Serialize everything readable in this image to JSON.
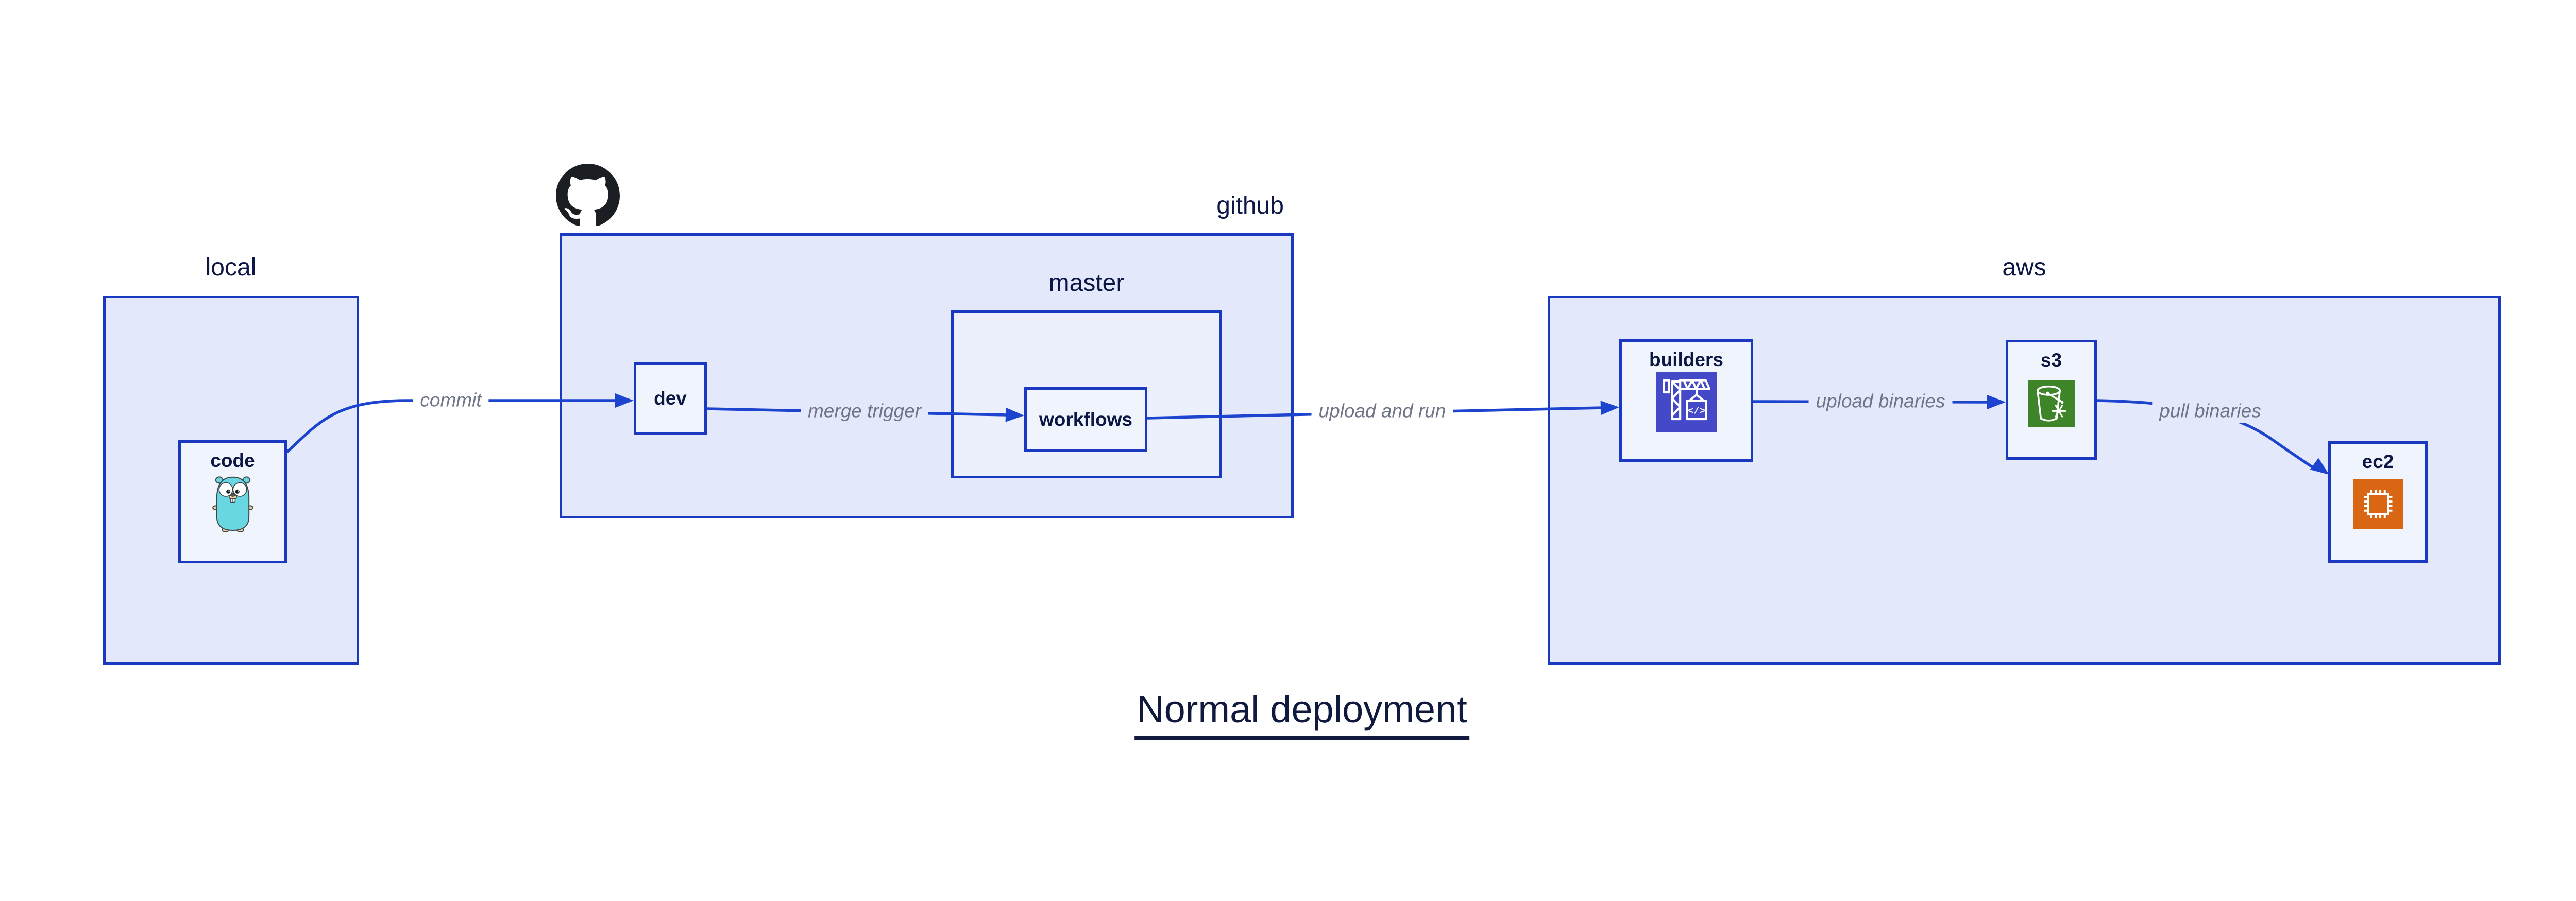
{
  "title": "Normal deployment",
  "containers": {
    "local": {
      "label": "local"
    },
    "github": {
      "label": "github"
    },
    "master": {
      "label": "master"
    },
    "aws": {
      "label": "aws"
    }
  },
  "nodes": {
    "code": {
      "label": "code",
      "icon": "go-gopher-icon"
    },
    "dev": {
      "label": "dev"
    },
    "workflows": {
      "label": "workflows"
    },
    "builders": {
      "label": "builders",
      "icon": "crane-icon",
      "icon_text": "</>"
    },
    "s3": {
      "label": "s3",
      "icon": "bucket-snowflake-icon"
    },
    "ec2": {
      "label": "ec2",
      "icon": "cpu-chip-icon"
    }
  },
  "edges": [
    {
      "from": "code",
      "to": "dev",
      "label": "commit"
    },
    {
      "from": "dev",
      "to": "workflows",
      "label": "merge trigger"
    },
    {
      "from": "workflows",
      "to": "builders",
      "label": "upload and run"
    },
    {
      "from": "builders",
      "to": "s3",
      "label": "upload binaries"
    },
    {
      "from": "s3",
      "to": "ec2",
      "label": "pull binaries"
    }
  ],
  "colors": {
    "canvas_bg": "#ffffff",
    "container_fill": "#e3e9fa",
    "subcontainer_fill": "#ebf0fc",
    "node_fill": "#f0f4fd",
    "border_blue": "#1a38c0",
    "edge_blue": "#1c44cf",
    "label_navy": "#0c1743",
    "edge_label_gray": "#6f7488",
    "builders_icon_bg": "#4449c8",
    "s3_icon_bg": "#3e8529",
    "ec2_icon_bg": "#d86613",
    "github_black": "#1b1f23",
    "gopher_teal": "#69d7e2"
  }
}
